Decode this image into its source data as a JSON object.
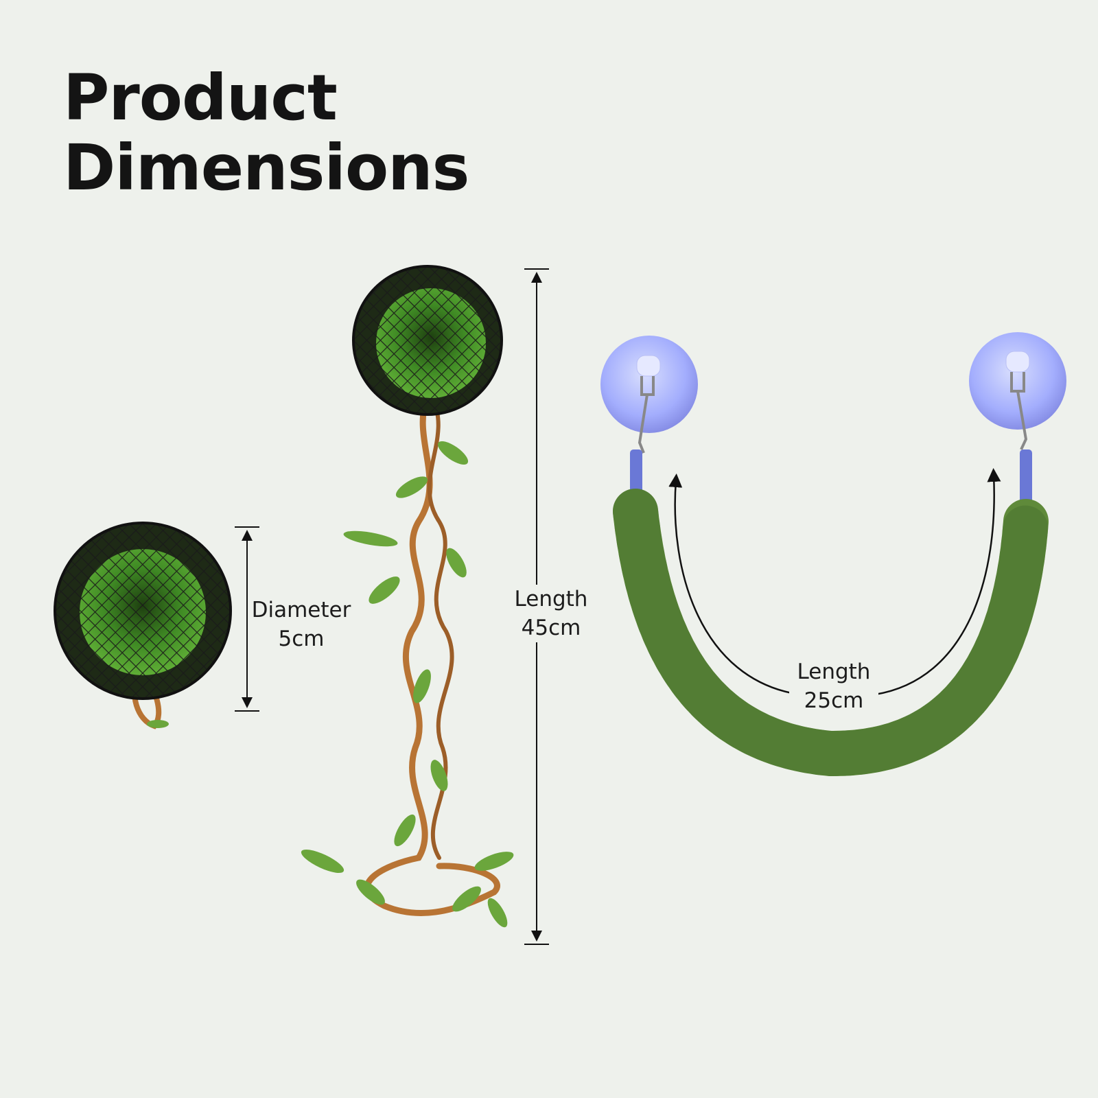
{
  "title": {
    "line1": "Product",
    "line2": "Dimensions"
  },
  "diameter": {
    "label": "Diameter",
    "value": "5cm"
  },
  "vine": {
    "label": "Length",
    "value": "45cm"
  },
  "bridge": {
    "label": "Length",
    "value": "25cm"
  },
  "colors": {
    "background": "#eef1ec",
    "text": "#141414",
    "moss": "#3f7a22",
    "felt": "#5f8a3a",
    "vine_rope": "#b87434",
    "leaf": "#6ba63c",
    "suction_cup": "#9aa6ff"
  },
  "icons": [
    "moss-ball-cage-icon",
    "vine-icon",
    "suction-cup-icon",
    "arrow-icon"
  ]
}
